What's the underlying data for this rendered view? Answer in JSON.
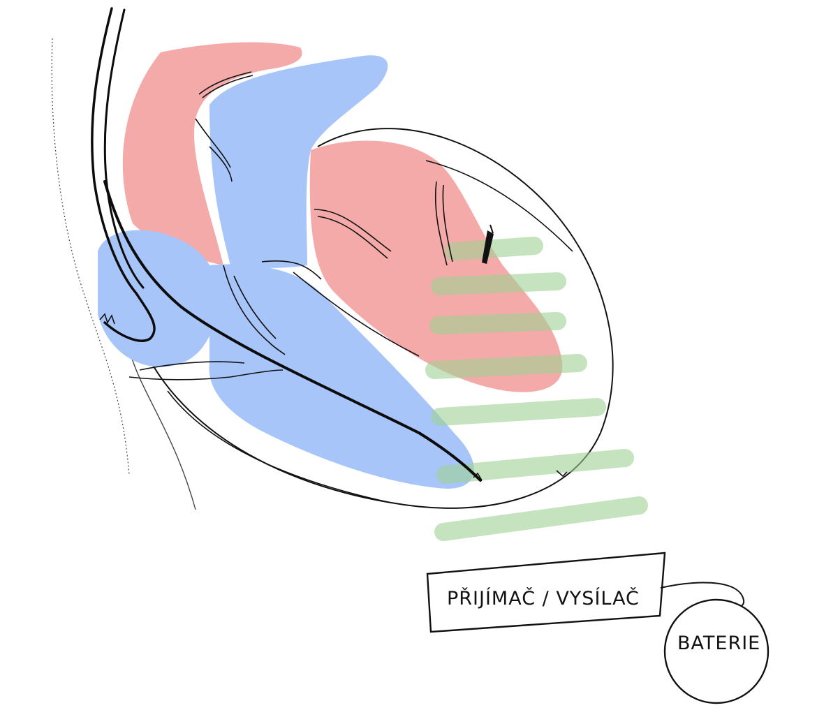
{
  "diagram": {
    "labels": {
      "transceiver": "PŘIJÍMAČ / VYSÍLAČ",
      "battery": "BATERIE"
    },
    "colors": {
      "oxygenated_chambers": "#f4aaa9",
      "deoxygenated_chambers": "#a7c5f9",
      "ultrasound_bands": "#b9ddb0",
      "ink": "#111111"
    },
    "icons": {
      "receiver_box": "rectangle",
      "battery": "circle",
      "pacing_lead": "wire",
      "implant": "electrode"
    }
  }
}
